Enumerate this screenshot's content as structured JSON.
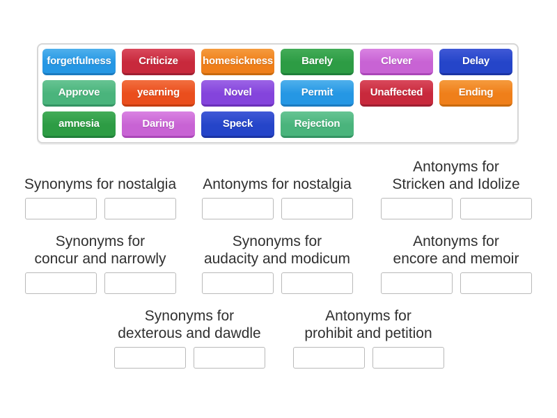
{
  "colors": {
    "blue": "#2597e4",
    "crimson": "#c8293c",
    "orange": "#ef7f1a",
    "green": "#2d9c44",
    "orchid": "#c863d4",
    "royalblue": "#2545c9",
    "seagreen": "#4ab47c",
    "orangered": "#ea4e1d",
    "purple": "#8444dc",
    "heading_text": "#303030",
    "slot_border": "#b9b9b9",
    "tray_border": "#d6d6d6"
  },
  "tray": {
    "tiles": [
      {
        "label": "forgetfulness",
        "color": "blue"
      },
      {
        "label": "Criticize",
        "color": "crimson"
      },
      {
        "label": "homesickness",
        "color": "orange"
      },
      {
        "label": "Barely",
        "color": "green"
      },
      {
        "label": "Clever",
        "color": "orchid"
      },
      {
        "label": "Delay",
        "color": "royalblue"
      },
      {
        "label": "Approve",
        "color": "seagreen"
      },
      {
        "label": "yearning",
        "color": "orangered"
      },
      {
        "label": "Novel",
        "color": "purple"
      },
      {
        "label": "Permit",
        "color": "blue"
      },
      {
        "label": "Unaffected",
        "color": "crimson"
      },
      {
        "label": "Ending",
        "color": "orange"
      },
      {
        "label": "amnesia",
        "color": "green"
      },
      {
        "label": "Daring",
        "color": "orchid"
      },
      {
        "label": "Speck",
        "color": "royalblue"
      },
      {
        "label": "Rejection",
        "color": "seagreen"
      }
    ]
  },
  "groups": [
    {
      "title": "Synonyms for nostalgia",
      "slots": 2
    },
    {
      "title": "Antonyms for nostalgia",
      "slots": 2
    },
    {
      "title": "Antonyms for\nStricken and Idolize",
      "slots": 2
    },
    {
      "title": "Synonyms for\nconcur and narrowly",
      "slots": 2
    },
    {
      "title": "Synonyms for\naudacity and modicum",
      "slots": 2
    },
    {
      "title": "Antonyms for\nencore and memoir",
      "slots": 2
    },
    {
      "title": "Synonyms for\ndexterous and dawdle",
      "slots": 2
    },
    {
      "title": "Antonyms for\nprohibit and petition",
      "slots": 2
    }
  ]
}
